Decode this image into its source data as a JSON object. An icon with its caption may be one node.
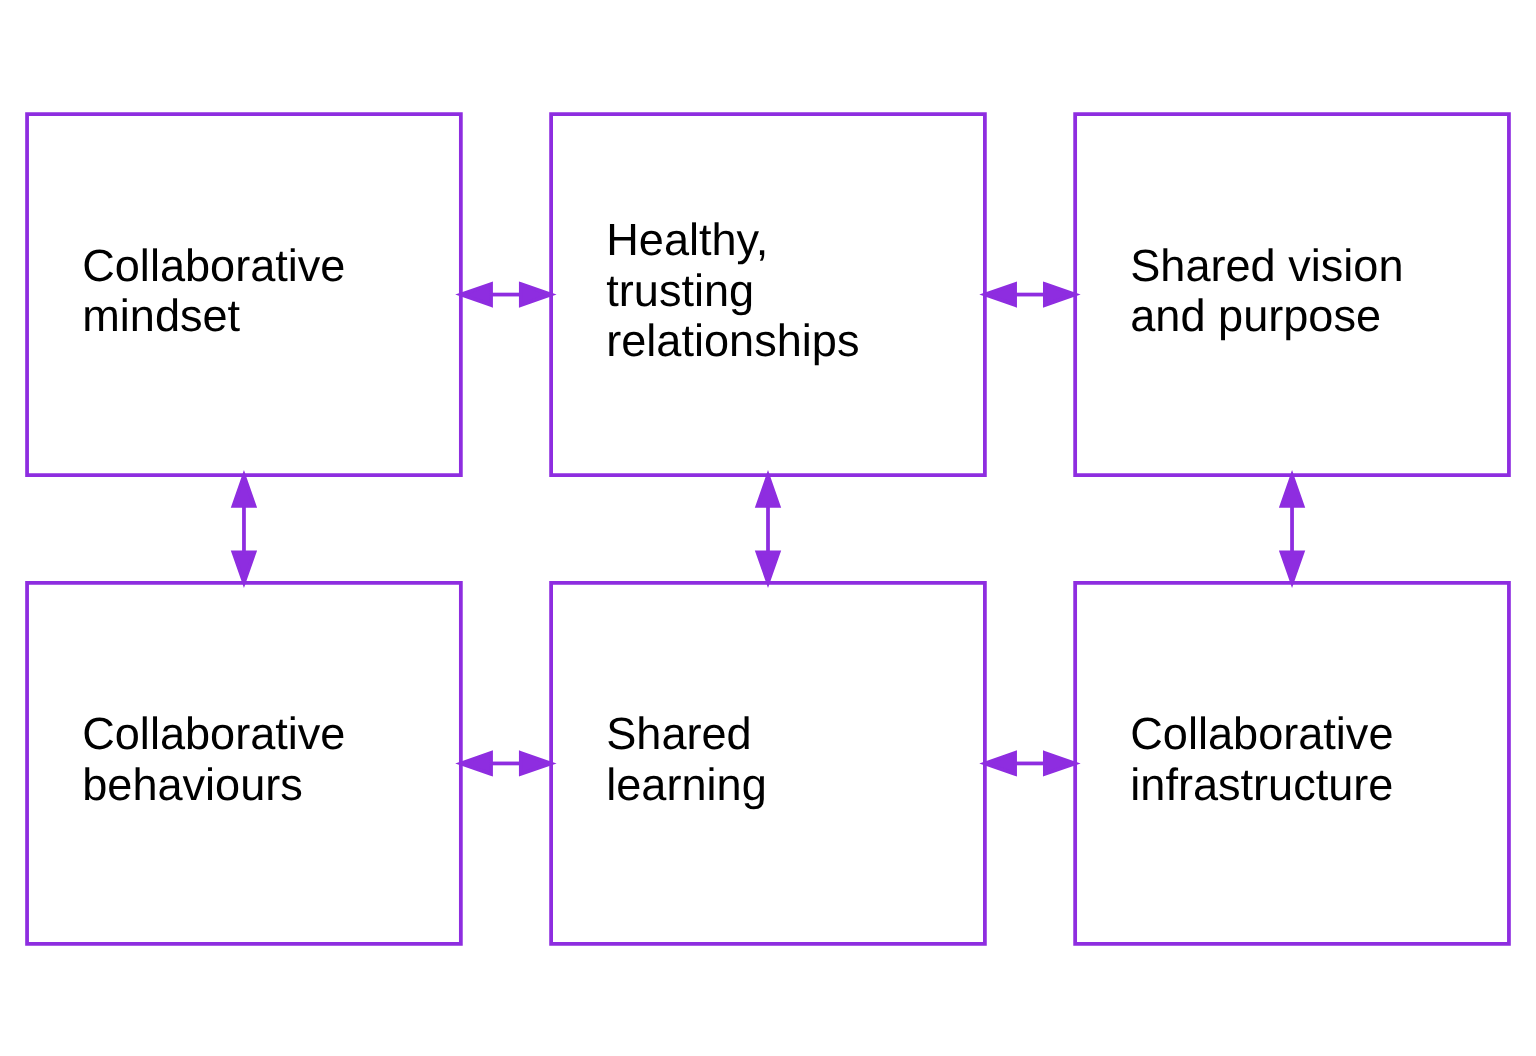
{
  "diagram": {
    "nodes": [
      {
        "text": [
          "Collaborative mindset"
        ]
      },
      {
        "text": [
          "Healthy, trusting relationships"
        ]
      },
      {
        "text": [
          "Shared vision and purpose"
        ]
      },
      {
        "text": [
          "Collaborative behaviours"
        ]
      },
      {
        "text": [
          "Shared learning"
        ]
      },
      {
        "text": [
          "Collaborative infrastructure"
        ]
      }
    ],
    "edges": [
      {
        "from": 0,
        "to": 1,
        "arrow": "both"
      },
      {
        "from": 1,
        "to": 2,
        "arrow": "both"
      },
      {
        "from": 0,
        "to": 3,
        "arrow": "both"
      },
      {
        "from": 1,
        "to": 4,
        "arrow": "both"
      },
      {
        "from": 2,
        "to": 5,
        "arrow": "both"
      },
      {
        "from": 3,
        "to": 4,
        "arrow": "both"
      },
      {
        "from": 4,
        "to": 5,
        "arrow": "both"
      }
    ]
  }
}
